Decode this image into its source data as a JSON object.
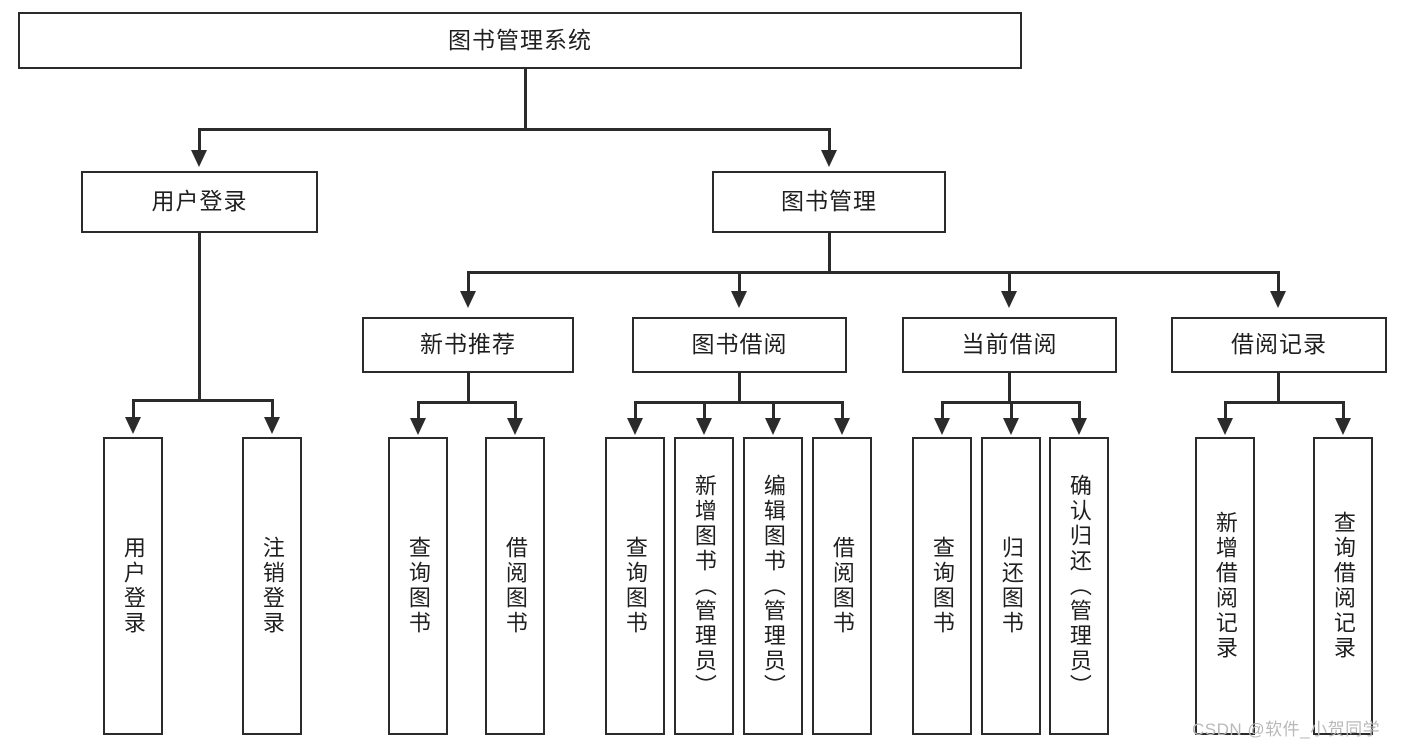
{
  "diagram": {
    "type": "tree-hierarchy-flowchart",
    "title": "图书管理系统",
    "root": {
      "id": "root",
      "label": "图书管理系统",
      "orientation": "horizontal"
    },
    "level2": [
      {
        "id": "user-login",
        "label": "用户登录",
        "orientation": "horizontal"
      },
      {
        "id": "book-management",
        "label": "图书管理",
        "orientation": "horizontal"
      }
    ],
    "level3": [
      {
        "id": "new-book-recommend",
        "label": "新书推荐",
        "orientation": "horizontal",
        "parent": "book-management"
      },
      {
        "id": "book-borrow",
        "label": "图书借阅",
        "orientation": "horizontal",
        "parent": "book-management"
      },
      {
        "id": "current-borrow",
        "label": "当前借阅",
        "orientation": "horizontal",
        "parent": "book-management"
      },
      {
        "id": "borrow-record",
        "label": "借阅记录",
        "orientation": "horizontal",
        "parent": "book-management"
      }
    ],
    "leaves": {
      "user_login": [
        {
          "id": "leaf-user-login",
          "label": "用户登录"
        },
        {
          "id": "leaf-logout",
          "label": "注销登录"
        }
      ],
      "new_book_recommend": [
        {
          "id": "leaf-query-book-1",
          "label": "查询图书"
        },
        {
          "id": "leaf-borrow-book-1",
          "label": "借阅图书"
        }
      ],
      "book_borrow": [
        {
          "id": "leaf-query-book-2",
          "label": "查询图书"
        },
        {
          "id": "leaf-add-book",
          "label": "新增图书（管理员）"
        },
        {
          "id": "leaf-edit-book",
          "label": "编辑图书（管理员）"
        },
        {
          "id": "leaf-borrow-book-2",
          "label": "借阅图书"
        }
      ],
      "current_borrow": [
        {
          "id": "leaf-query-book-3",
          "label": "查询图书"
        },
        {
          "id": "leaf-return-book",
          "label": "归还图书"
        },
        {
          "id": "leaf-confirm-return",
          "label": "确认归还（管理员）"
        }
      ],
      "borrow_record": [
        {
          "id": "leaf-add-record",
          "label": "新增借阅记录"
        },
        {
          "id": "leaf-query-record",
          "label": "查询借阅记录"
        }
      ]
    }
  },
  "watermark": {
    "text": "CSDN @软件_小贺同学"
  },
  "colors": {
    "border": "#2b2b2b",
    "background": "#ffffff",
    "text": "#1f1f1f",
    "watermark": "#b9b9b9"
  }
}
